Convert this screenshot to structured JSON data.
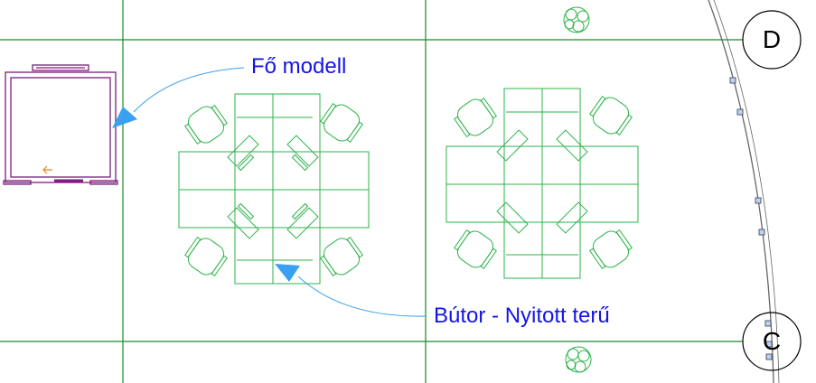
{
  "labels": {
    "main_model": "Fő modell",
    "furniture": "Bútor - Nyitott terű"
  },
  "grid_bubbles": {
    "top": "D",
    "bottom": "C"
  },
  "colors": {
    "grid": "#1a8a2a",
    "furniture": "#2db34a",
    "room": "#7a1f7a",
    "label": "#1414e6",
    "arrow": "#3aa0f0",
    "wall": "#555555"
  }
}
